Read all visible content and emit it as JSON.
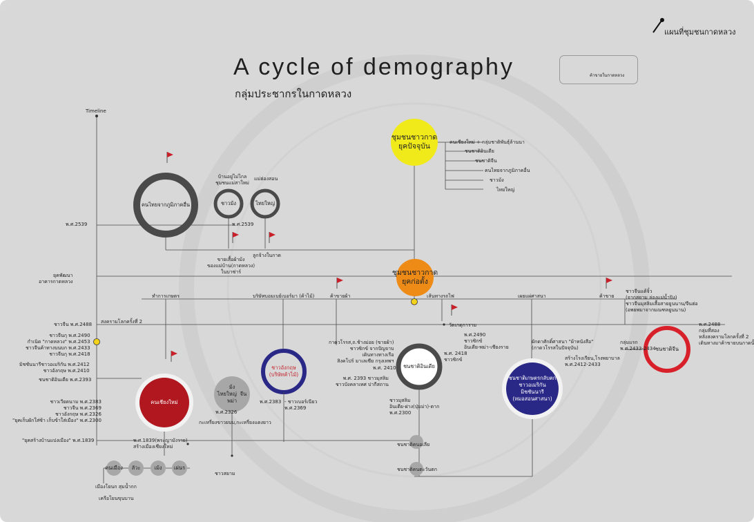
{
  "title": "A cycle of demography",
  "subtitle": "กลุ่มประชากรในกาดหลวง",
  "brand": "แผนที่ชุมชนกาดหลวง",
  "legend": {
    "label": "ค้าขายในกาดหลวง"
  },
  "colors": {
    "background": "#d8d8d8",
    "line": "#4a4a4a",
    "dark_ring": "#4a4a4a",
    "yellow": "#f1ea1b",
    "orange": "#ee8b17",
    "crimson": "#b0171f",
    "navy": "#2a2886",
    "red_ring": "#d8202a",
    "grey_node": "#a7a7a7",
    "flag": "#c8202a"
  },
  "timeline": {
    "title": "Timeline",
    "labels": {
      "y2539": "พ.ศ.2539",
      "y2500": "ยุคพัฒนา\nอาคารกาดหลวง",
      "china": "ชาวจีน พ.ศ.2488",
      "y2490": "ชาวจีนกุ พ.ศ.2490\nกำเนิด \"กาดหลวง\" พ.ศ.2453\nชาวจีนค้าทางบนบก พ.ศ.2433\nชาวจีนกุ พ.ศ.2418",
      "mission": "มิชชันนารีชาวอเมริกัน พ.ศ.2412\nชาวอังกฤษ พ.ศ.2410",
      "indian": "ชนชาติอินเดีย พ.ศ.2393",
      "early": "ชาวเวียดนาม พ.ศ.2383\nชาวจีน พ.ศ.2369\nชาวอังกฤษ พ.ศ.2326\n\"ยุคเก็บผักใส่ซ้า เก็บข้าใส่เมือง\" พ.ศ.2300",
      "y1839": "\"ยุคสร้างบ้านแปงเมือง\" พ.ศ.1839"
    }
  },
  "era_labels": {
    "ww2": "สงครามโลกครั้งที่ 2",
    "agri": "ทำการเกษตร",
    "borneo": "บริษัทบอมเบย์เบอร์มา (ค้าไม้)",
    "trade": "ค้าขายผ้า",
    "railway": "เส้นทางรถไฟ",
    "mission": "เผยแผ่ศาสนา",
    "commerce": "ค้าขาย"
  },
  "nodes": {
    "present": "ชุมชนชาวกาด\nยุคปัจจุบัน",
    "founding": "ชุมชนชาวกาด\nยุคก่อตั้ง",
    "locals": "คนไทยจากภูมิภาคอื่น",
    "shan": "ชาวม้ง",
    "thaiyai": "ไทยใหญ่",
    "lanna": "คนเชียงใหม่",
    "british": "ชาวอังกฤษ\n(บริษัทค้าไม้)",
    "mixed": "ม้ง\nไทยใหญ่  จีน\nพม่า",
    "indian": "ชนชาติอินเดีย",
    "christian": "ชนชาติเกษตรกลับตก\nชาวอเมริกัน\nมิชชันนารี\n(หมอสอนศาสนา)",
    "chinese": "ชนชาติจีน"
  },
  "small_nodes": [
    "คนเมือง",
    "ลัวะ",
    "เม้ง",
    "เผ่นร"
  ],
  "annotations": {
    "present_list": [
      "คนเชียงใหม่ + กลุ่มชาติพันธุ์ล้านนา",
      "ชนชาติอินเดีย",
      "ชนชาติจีน",
      "คนไทยจากภูมิภาคอื่น",
      "ชาวม้ง",
      "ไทยใหญ่"
    ],
    "shan_top": "บ้านอยู่ไม่ไกล\nชุมชนแม่สาใหม่",
    "thaiyai_top": "แม่ฮ่องสอน",
    "y2539_mid": "พ.ศ.2539",
    "shan_bottom": "ขายเสื้อผ้าม้ง\nของแม่บ้าน(กาดหลวง)\nในบาซ่าร์",
    "thaiyai_bottom": "ลูกจ้างในกาด",
    "y2488_ann": "วัดเกตุการาม",
    "indian_left": "กาดวโรรส,ถ.ช้างม่อย (ขายผ้า)\nชาวซิกข์ จากปัญจาบ\nเดินทางทางเรือ\nสิงคโปร์ มาเลเซีย กรุงเทพฯ",
    "indian_2410": "พ.ศ. 2410",
    "indian_2393": "พ.ศ. 2393 ชาวมุสลิม\nชาวบังคลาเทศ ปากีสถาน",
    "indian_right": "พ.ศ. 2418\nชาวซิกข์",
    "y2490_indian": "พ.ศ.2490\nชาวซิกข์\nอินเดีย-พม่า-เชียงราย",
    "muslim": "ชาวมุสลิม\nอินเดีย-ฝาง(ปุ่มม่า)-ตาก\nพ.ศ.2300",
    "christian_right": "ผักดาศักดิ์ศาสนา \"ผ้าหนังสือ\"\n(กาดวโรรสในปัจจุบัน)",
    "christian_school": "สร้างโรงเรียน,โรงพยาบาล\nพ.ศ.2412-2433",
    "chinese_top": "ชาวจีนแต้จิ๋ว\n(จากสยาม ล่องแม่น้ำปิง)\nชาวจีนมุสลิมเสื้อสายยูนนาน/จีนฮ่อ\n(อพยพมาจากมณฑลยูนนาน)",
    "chinese_right": "พ.ศ.2488\nกลุ่มที่สอง\nหลังสงครามโลกครั้งที่ 2\nเดินทางมาค้าขายบนกาดนั้น",
    "chinese_left": "กลุ่มแรก\nพ.ศ.2433-2434",
    "lanna_bottom": "พ.ศ.1839(พระญามังราย)\nสร้างเมืองเชียงใหม่",
    "y2383": "พ.ศ.2383",
    "british_bottom": "- ชาวเบอร์เนียว\nพ.ศ.2369",
    "mixed_bottom": "กะเหรี่ยงขาวยบบ,กะเหรี่ยงแดงยาว",
    "mixed_2326": "พ.ศ.2326",
    "bottom_1": "เมืองโยนก สุมน้ำกก",
    "bottom_2": "เครือโยนขุนบาน",
    "siam": "ชาวสยาม",
    "indian_bottom_1": "ชนชาติคนอเลีย",
    "indian_bottom_2": "ชนชาติคนตะวันตก"
  }
}
